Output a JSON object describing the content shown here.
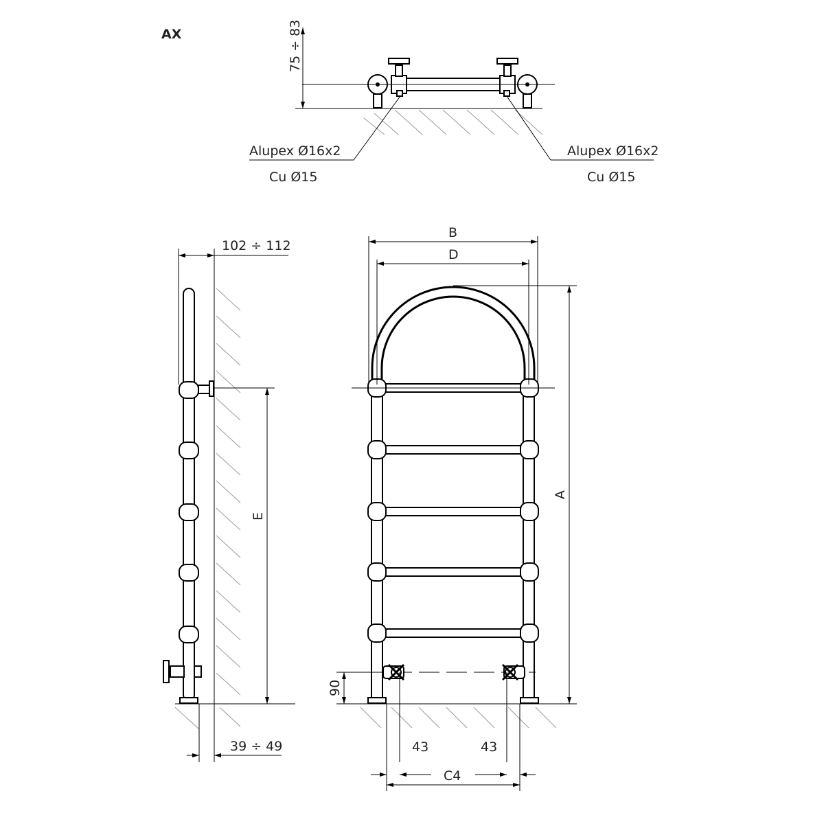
{
  "title": "AX",
  "top_view": {
    "height_dim": "75 ÷ 83",
    "left_pipe_label": "Alupex Ø16x2",
    "left_cu_label": "Cu Ø15",
    "right_pipe_label": "Alupex Ø16x2",
    "right_cu_label": "Cu Ø15"
  },
  "side_view": {
    "wall_distance_dim": "102 ÷ 112",
    "height_dim": "E",
    "bottom_dim": "39 ÷ 49"
  },
  "front_view": {
    "width_outer_dim": "B",
    "width_inner_dim": "D",
    "height_dim": "A",
    "connection_height_dim": "90",
    "left_offset_dim": "43",
    "right_offset_dim": "43",
    "connection_spacing_dim": "C4"
  }
}
